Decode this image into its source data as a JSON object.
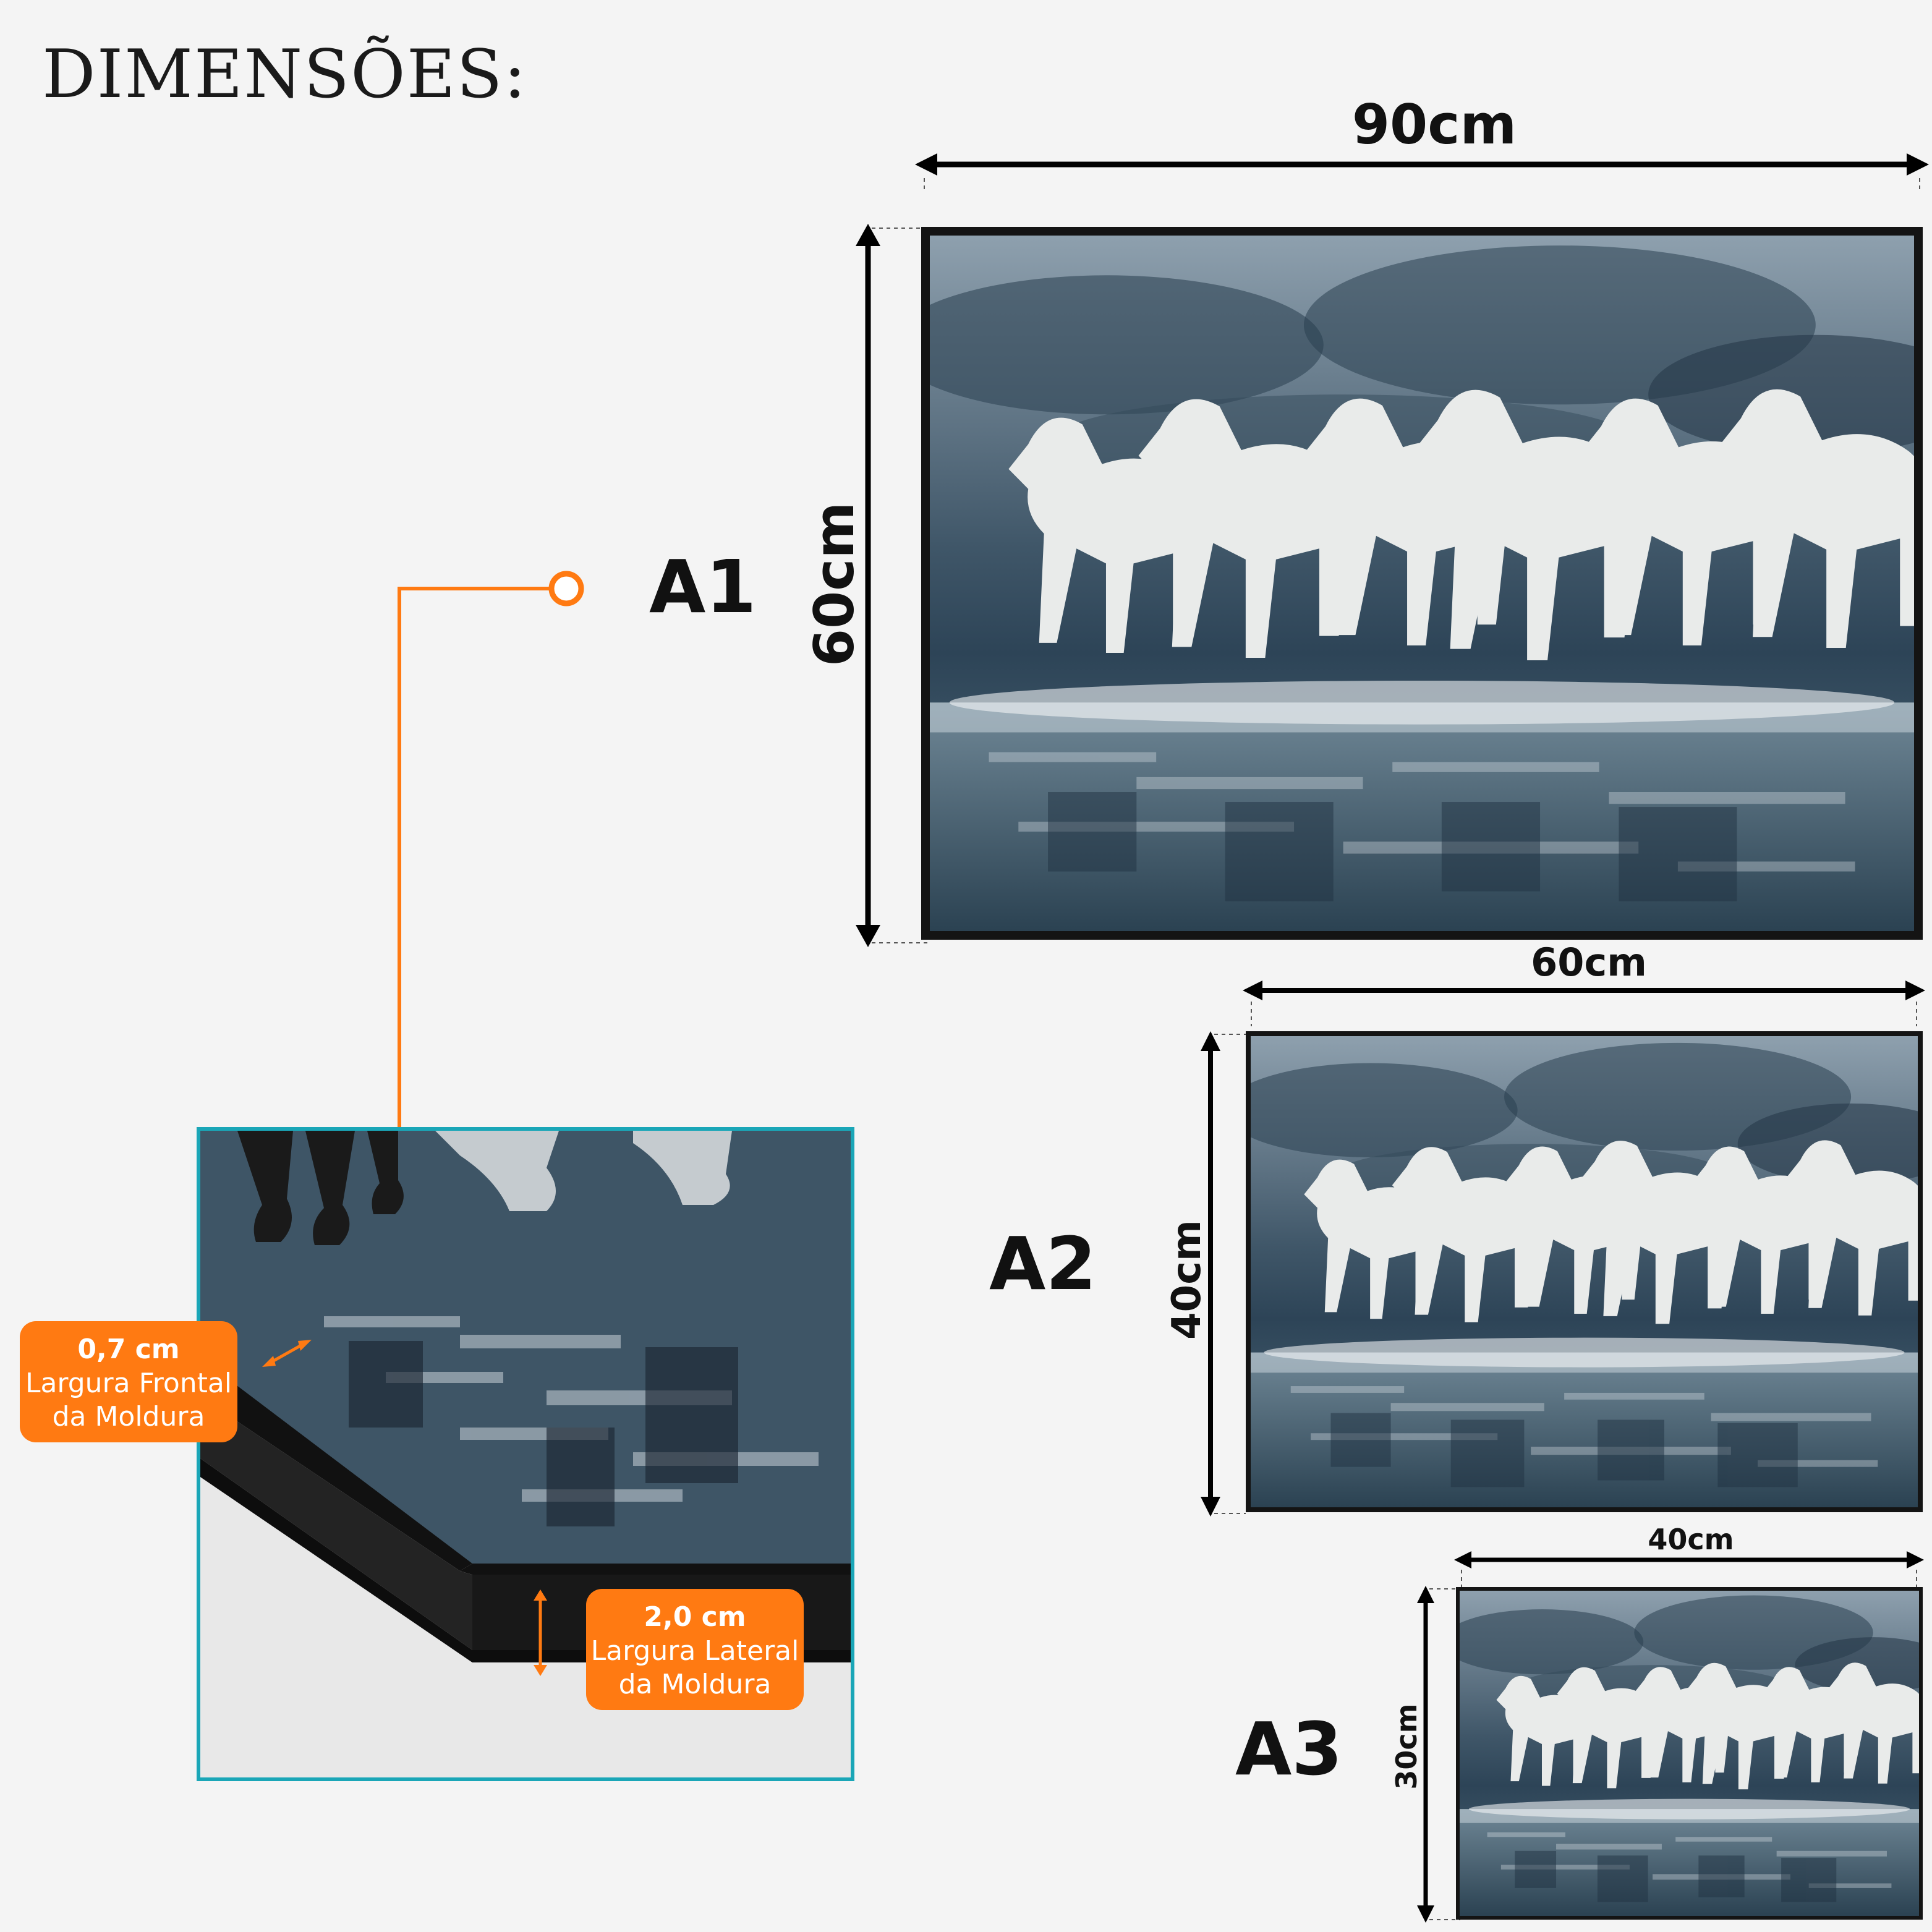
{
  "heading": "DIMENSÕES:",
  "variants": {
    "a1": {
      "name": "A1",
      "width": "90cm",
      "height": "60cm"
    },
    "a2": {
      "name": "A2",
      "width": "60cm",
      "height": "40cm"
    },
    "a3": {
      "name": "A3",
      "width": "40cm",
      "height": "30cm"
    }
  },
  "detail": {
    "front": {
      "value": "0,7 cm",
      "line1": "Largura Frontal",
      "line2": "da Moldura"
    },
    "side": {
      "value": "2,0 cm",
      "line1": "Largura Lateral",
      "line2": "da Moldura"
    }
  },
  "colors": {
    "accent_orange": "#ff7a12",
    "teal_border": "#1aa6b7",
    "frame_black": "#141414"
  }
}
